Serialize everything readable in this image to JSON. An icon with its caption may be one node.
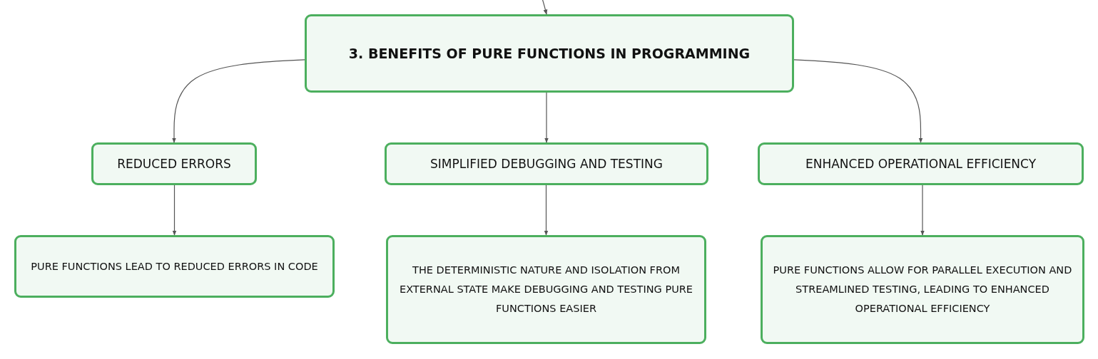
{
  "diagram": {
    "nodes": [
      {
        "text": [
          "3. BENEFITS OF PURE FUNCTIONS IN PROGRAMMING"
        ]
      },
      {
        "text": [
          "REDUCED ERRORS"
        ]
      },
      {
        "text": [
          "SIMPLIFIED DEBUGGING AND TESTING"
        ]
      },
      {
        "text": [
          "ENHANCED OPERATIONAL EFFICIENCY"
        ]
      },
      {
        "text": [
          "PURE FUNCTIONS LEAD TO REDUCED ERRORS IN CODE"
        ]
      },
      {
        "text": [
          "THE DETERMINISTIC NATURE AND ISOLATION FROM EXTERNAL STATE MAKE DEBUGGING AND TESTING PURE FUNCTIONS EASIER"
        ]
      },
      {
        "text": [
          "PURE FUNCTIONS ALLOW FOR PARALLEL EXECUTION AND STREAMLINED TESTING, LEADING TO ENHANCED OPERATIONAL EFFICIENCY"
        ]
      }
    ],
    "edges": [
      {
        "from": null,
        "to": 0,
        "arrow": "to"
      },
      {
        "from": 0,
        "to": 1,
        "arrow": "to"
      },
      {
        "from": 0,
        "to": 2,
        "arrow": "to"
      },
      {
        "from": 0,
        "to": 3,
        "arrow": "to"
      },
      {
        "from": 1,
        "to": 4,
        "arrow": "to"
      },
      {
        "from": 2,
        "to": 5,
        "arrow": "to"
      },
      {
        "from": 3,
        "to": 6,
        "arrow": "to"
      }
    ]
  }
}
